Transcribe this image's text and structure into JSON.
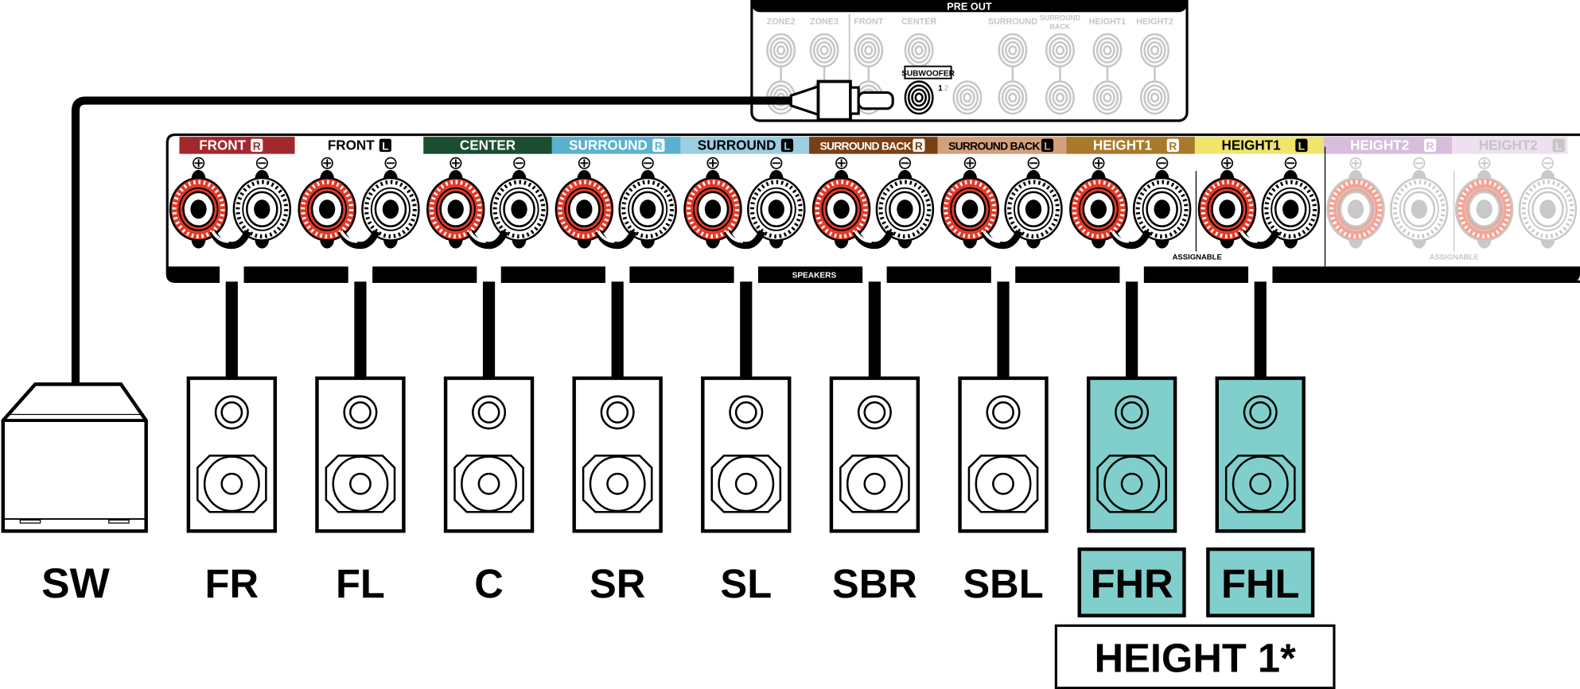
{
  "pre_out": {
    "title": "PRE OUT",
    "jack_labels": [
      "ZONE2",
      "ZONE3",
      "FRONT",
      "CENTER",
      "SURROUND",
      "SURROUND",
      "BACK",
      "HEIGHT1",
      "HEIGHT2"
    ],
    "subwoofer_label": "SUBWOOFER",
    "sub_numbers": [
      "1",
      "2"
    ]
  },
  "speaker_panel": {
    "bar_label": "SPEAKERS",
    "assignable_label": "ASSIGNABLE",
    "assignable_label_2": "ASSIGNABLE",
    "plus_symbol": "⊕",
    "minus_symbol": "⊖",
    "channels": [
      {
        "name": "FRONT",
        "side": "R",
        "bg": "#a3282e",
        "fg": "#ffffff",
        "faded": false
      },
      {
        "name": "FRONT",
        "side": "L",
        "bg": "#ffffff",
        "fg": "#000000",
        "faded": false
      },
      {
        "name": "CENTER",
        "side": "",
        "bg": "#1b4d30",
        "fg": "#ffffff",
        "faded": false
      },
      {
        "name": "SURROUND",
        "side": "R",
        "bg": "#5ab2cf",
        "fg": "#ffffff",
        "faded": false
      },
      {
        "name": "SURROUND",
        "side": "L",
        "bg": "#9ccde0",
        "fg": "#000000",
        "faded": false
      },
      {
        "name": "SURROUND BACK",
        "side": "R",
        "bg": "#7a4014",
        "fg": "#ffffff",
        "faded": false
      },
      {
        "name": "SURROUND BACK",
        "side": "L",
        "bg": "#d4a07c",
        "fg": "#000000",
        "faded": false
      },
      {
        "name": "HEIGHT1",
        "side": "R",
        "bg": "#a97a2a",
        "fg": "#ffffff",
        "faded": false
      },
      {
        "name": "HEIGHT1",
        "side": "L",
        "bg": "#f0e46c",
        "fg": "#000000",
        "faded": false
      },
      {
        "name": "HEIGHT2",
        "side": "R",
        "bg": "#d6bedc",
        "fg": "#ffffff",
        "faded": true
      },
      {
        "name": "HEIGHT2",
        "side": "L",
        "bg": "#ede1ef",
        "fg": "#c4c4c4",
        "faded": true
      }
    ]
  },
  "speakers": [
    {
      "label": "SW",
      "type": "subwoofer",
      "highlight": false
    },
    {
      "label": "FR",
      "type": "speaker",
      "highlight": false
    },
    {
      "label": "FL",
      "type": "speaker",
      "highlight": false
    },
    {
      "label": "C",
      "type": "speaker",
      "highlight": false
    },
    {
      "label": "SR",
      "type": "speaker",
      "highlight": false
    },
    {
      "label": "SL",
      "type": "speaker",
      "highlight": false
    },
    {
      "label": "SBR",
      "type": "speaker",
      "highlight": false
    },
    {
      "label": "SBL",
      "type": "speaker",
      "highlight": false
    },
    {
      "label": "FHR",
      "type": "speaker",
      "highlight": true
    },
    {
      "label": "FHL",
      "type": "speaker",
      "highlight": true
    }
  ],
  "group_label": "HEIGHT 1*",
  "colors": {
    "highlight": "#80cfcc",
    "red_terminal": "#e23a28",
    "faded_red": "#f6a393",
    "faded_gray": "#c6c6c6"
  }
}
